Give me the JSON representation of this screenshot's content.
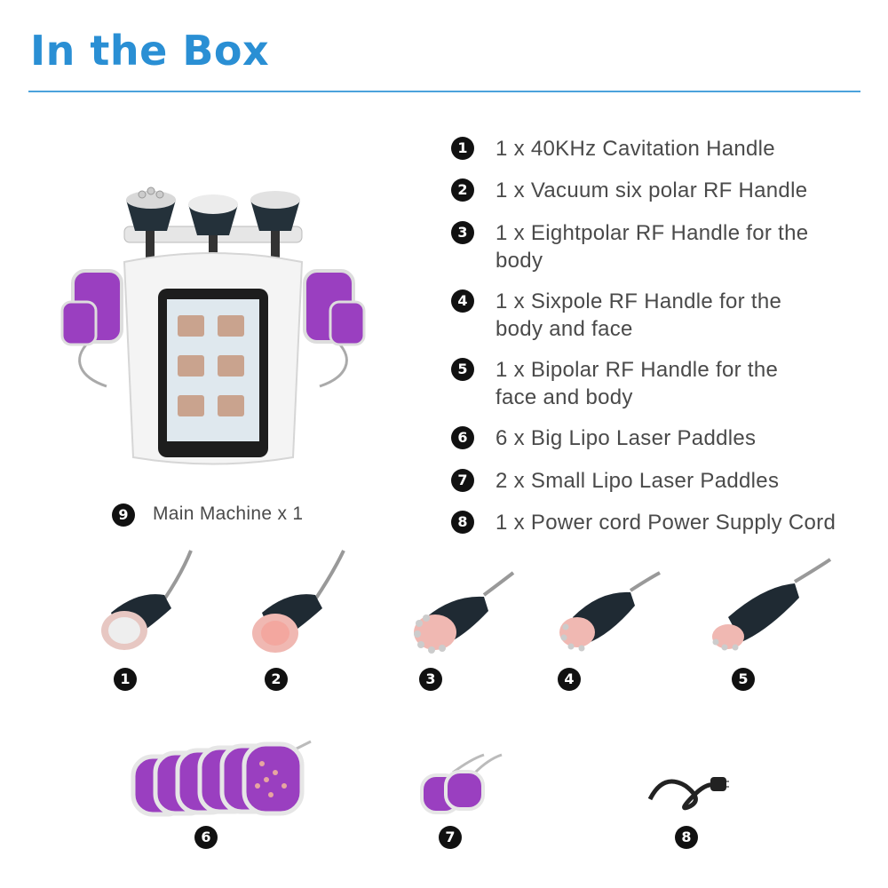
{
  "page": {
    "title": "In the Box"
  },
  "items": [
    {
      "num": "1",
      "text": "1 x 40KHz Cavitation Handle"
    },
    {
      "num": "2",
      "text": "1 x Vacuum six polar RF Handle"
    },
    {
      "num": "3",
      "text": "1 x Eightpolar RF Handle for the body"
    },
    {
      "num": "4",
      "text": "1 x Sixpole RF Handle for the body and face"
    },
    {
      "num": "5",
      "text": "1 x Bipolar RF Handle for the face and body"
    },
    {
      "num": "6",
      "text": "6 x Big Lipo Laser Paddles"
    },
    {
      "num": "7",
      "text": "2 x Small Lipo Laser Paddles"
    },
    {
      "num": "8",
      "text": "1 x Power cord Power Supply Cord"
    }
  ],
  "main_machine": {
    "num": "9",
    "text": "Main Machine x 1"
  },
  "product_numbers": [
    "1",
    "2",
    "3",
    "4",
    "5",
    "6",
    "7",
    "8"
  ],
  "colors": {
    "accent": "#2a8fd4",
    "rule": "#4ba2dc",
    "paddle": "#9a3fc0",
    "handle": "#1f2a33"
  }
}
